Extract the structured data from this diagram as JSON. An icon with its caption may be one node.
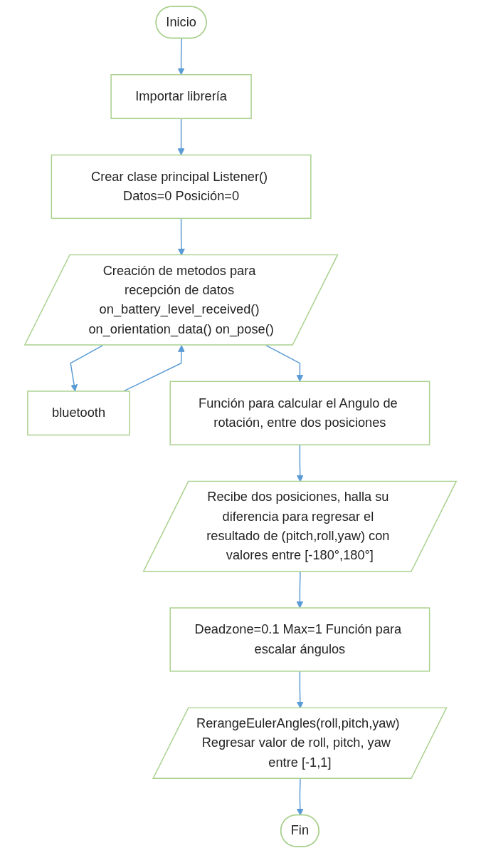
{
  "diagram": {
    "nodes": [
      {
        "text": [
          "Inicio"
        ]
      },
      {
        "text": [
          "Importar librería"
        ]
      },
      {
        "text": [
          "Crear clase principal Listener() Datos=0 Posición=0"
        ]
      },
      {
        "text": [
          "Creación de metodos para recepción de datos on_battery_level_received() on_orientation_data() on_pose()"
        ]
      },
      {
        "text": [
          "bluetooth"
        ]
      },
      {
        "text": [
          "Función para calcular el Angulo de rotación, entre dos posiciones"
        ]
      },
      {
        "text": [
          "Recibe dos posiciones, halla su diferencia para regresar el resultado de (pitch,roll,yaw) con valores entre [-180°,180°]"
        ]
      },
      {
        "text": [
          "Deadzone=0.1 Max=1 Función para escalar ángulos"
        ]
      },
      {
        "text": [
          "RerangeEulerAngles(roll,pitch,yaw) Regresar valor de roll, pitch, yaw  entre [-1,1]"
        ]
      },
      {
        "text": [
          "Fin"
        ]
      }
    ],
    "edges": [
      {
        "from": 0,
        "to": 1,
        "arrow": "to"
      },
      {
        "from": 1,
        "to": 2,
        "arrow": "to"
      },
      {
        "from": 2,
        "to": 3,
        "arrow": "to"
      },
      {
        "from": 3,
        "to": 4,
        "arrow": "to"
      },
      {
        "from": 4,
        "to": 3,
        "arrow": "to"
      },
      {
        "from": 3,
        "to": 5,
        "arrow": "to"
      },
      {
        "from": 5,
        "to": 6,
        "arrow": "to"
      },
      {
        "from": 6,
        "to": 7,
        "arrow": "to"
      },
      {
        "from": 7,
        "to": 8,
        "arrow": "to"
      },
      {
        "from": 8,
        "to": 9,
        "arrow": "to"
      }
    ]
  }
}
